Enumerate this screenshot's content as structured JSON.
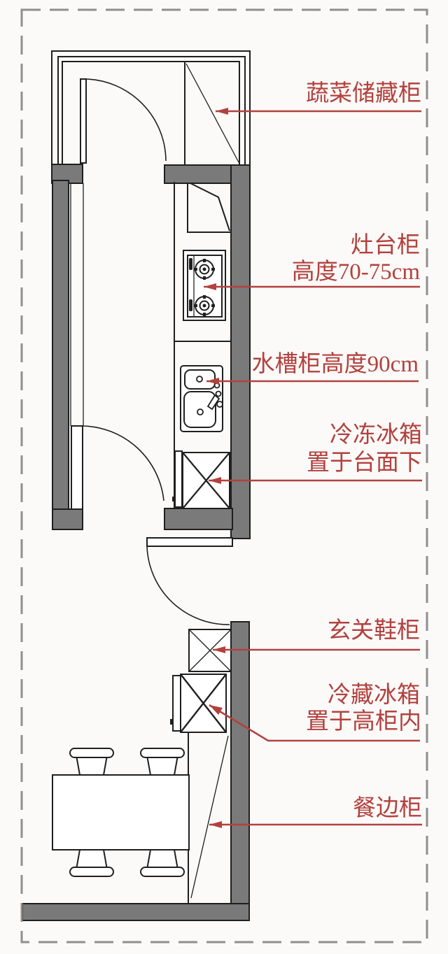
{
  "colors": {
    "annotation_red": "#b2413e",
    "wall_gray": "#7a7a7a",
    "line_black": "#1f1f1f",
    "dashed_border_gray": "#8f8f8f",
    "background": "#fbfaf8"
  },
  "labels": {
    "vegetable_cabinet": "蔬菜储藏柜",
    "stove_cabinet_line1": "灶台柜",
    "stove_cabinet_line2": "高度70-75cm",
    "sink_cabinet": "水槽柜高度90cm",
    "freezer_line1": "冷冻冰箱",
    "freezer_line2": "置于台面下",
    "entry_shoe_cabinet": "玄关鞋柜",
    "fridge_line1": "冷藏冰箱",
    "fridge_line2": "置于高柜内",
    "sideboard": "餐边柜"
  },
  "fixtures": [
    "balcony-window",
    "vegetable-storage-cabinet",
    "balcony-door",
    "corner-cabinet",
    "gas-stove",
    "kitchen-counter",
    "double-sink",
    "under-counter-freezer",
    "kitchen-door",
    "entry-door",
    "shoe-cabinet",
    "tall-fridge-cabinet",
    "sideboard-cabinet",
    "dining-table",
    "dining-chairs"
  ]
}
